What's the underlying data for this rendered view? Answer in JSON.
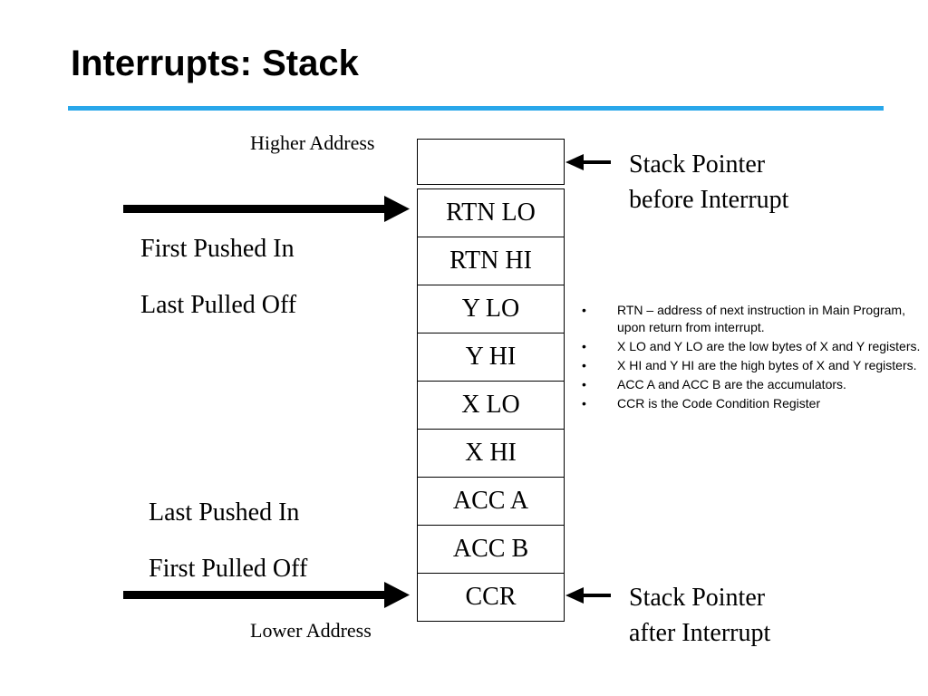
{
  "title": "Interrupts: Stack",
  "colors": {
    "accent_rule": "#29a7ea",
    "ink": "#000000"
  },
  "diagram": {
    "higher_address": "Higher Address",
    "lower_address": "Lower Address",
    "stack_cells": [
      "RTN LO",
      "RTN HI",
      "Y LO",
      "Y HI",
      "X LO",
      "X HI",
      "ACC A",
      "ACC B",
      "CCR"
    ],
    "first_pushed": [
      "First Pushed In",
      "Last Pulled Off"
    ],
    "last_pushed": [
      "Last Pushed In",
      "First Pulled Off"
    ],
    "sp_before": [
      "Stack Pointer",
      "before Interrupt"
    ],
    "sp_after": [
      "Stack Pointer",
      "after Interrupt"
    ]
  },
  "notes": {
    "bullet": "•",
    "items": [
      " RTN – address of next instruction in Main Program, upon return from interrupt.",
      " X LO and Y LO are the low bytes of X and Y registers.",
      " X HI and Y HI are the high bytes of X and Y registers.",
      " ACC A and ACC B are the accumulators.",
      " CCR is the Code Condition Register"
    ]
  }
}
